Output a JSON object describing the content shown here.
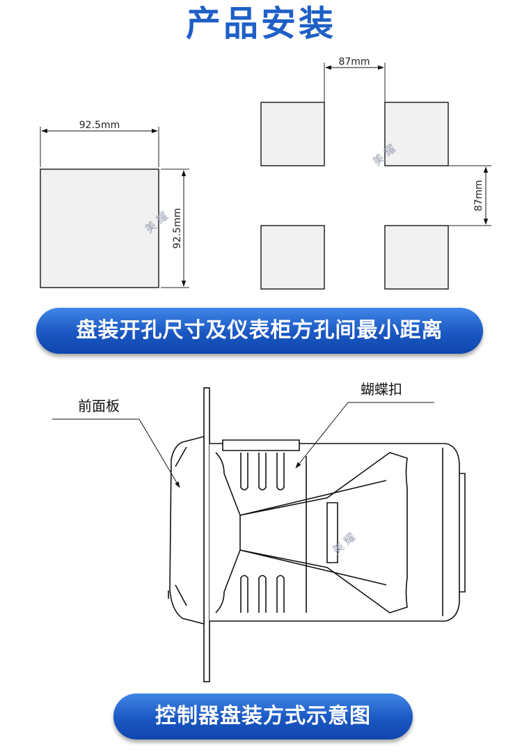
{
  "title": "产品安装",
  "cutout": {
    "width_label": "92.5mm",
    "height_label": "92.5mm"
  },
  "spacing": {
    "horizontal_label": "87mm",
    "vertical_label": "87mm"
  },
  "watermark": "美 耀",
  "banner_top": "盘装开孔尺寸及仪表柜方孔间最小距离",
  "mount": {
    "front_panel_label": "前面板",
    "clip_label": "蝴蝶扣"
  },
  "banner_bottom": "控制器盘装方式示意图",
  "colors": {
    "title": "#1f5fc6",
    "banner": "#1b57c2"
  }
}
